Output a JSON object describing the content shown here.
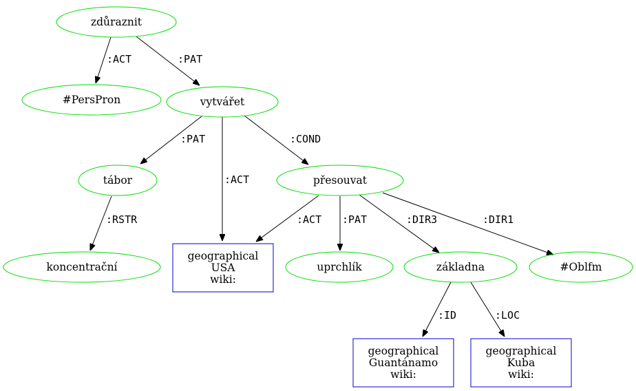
{
  "nodes": [
    {
      "id": "zduraznit",
      "shape": "ellipse",
      "lines": [
        "zdůraznit"
      ]
    },
    {
      "id": "perspron",
      "shape": "ellipse",
      "lines": [
        "#PersPron"
      ]
    },
    {
      "id": "vytvaret",
      "shape": "ellipse",
      "lines": [
        "vytvářet"
      ]
    },
    {
      "id": "tabor",
      "shape": "ellipse",
      "lines": [
        "tábor"
      ]
    },
    {
      "id": "presouvat",
      "shape": "ellipse",
      "lines": [
        "přesouvat"
      ]
    },
    {
      "id": "koncentracni",
      "shape": "ellipse",
      "lines": [
        "koncentrační"
      ]
    },
    {
      "id": "usa",
      "shape": "box",
      "lines": [
        "geographical",
        "USA",
        "wiki:"
      ]
    },
    {
      "id": "uprchlik",
      "shape": "ellipse",
      "lines": [
        "uprchlík"
      ]
    },
    {
      "id": "zakladna",
      "shape": "ellipse",
      "lines": [
        "základna"
      ]
    },
    {
      "id": "oblfm",
      "shape": "ellipse",
      "lines": [
        "#Oblfm"
      ]
    },
    {
      "id": "guantanamo",
      "shape": "box",
      "lines": [
        "geographical",
        "Guantánamo",
        "wiki:"
      ]
    },
    {
      "id": "kuba",
      "shape": "box",
      "lines": [
        "geographical",
        "Kuba",
        "wiki:"
      ]
    }
  ],
  "edges": [
    {
      "from": "zduraznit",
      "to": "perspron",
      "label": ":ACT"
    },
    {
      "from": "zduraznit",
      "to": "vytvaret",
      "label": ":PAT"
    },
    {
      "from": "vytvaret",
      "to": "tabor",
      "label": ":PAT"
    },
    {
      "from": "vytvaret",
      "to": "usa",
      "label": ":ACT"
    },
    {
      "from": "vytvaret",
      "to": "presouvat",
      "label": ":COND"
    },
    {
      "from": "tabor",
      "to": "koncentracni",
      "label": ":RSTR"
    },
    {
      "from": "presouvat",
      "to": "usa",
      "label": ":ACT"
    },
    {
      "from": "presouvat",
      "to": "uprchlik",
      "label": ":PAT"
    },
    {
      "from": "presouvat",
      "to": "zakladna",
      "label": ":DIR3"
    },
    {
      "from": "presouvat",
      "to": "oblfm",
      "label": ":DIR1"
    },
    {
      "from": "zakladna",
      "to": "guantanamo",
      "label": ":ID"
    },
    {
      "from": "zakladna",
      "to": "kuba",
      "label": ":LOC"
    }
  ]
}
